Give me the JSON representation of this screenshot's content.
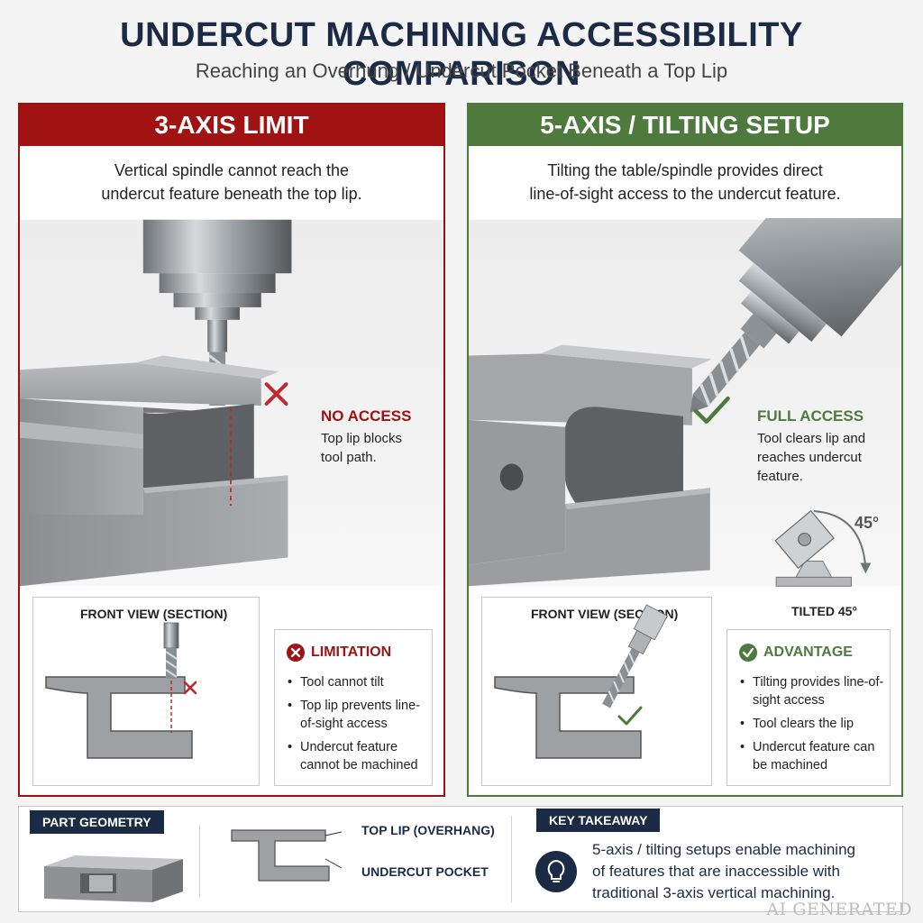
{
  "header": {
    "title": "UNDERCUT MACHINING ACCESSIBILITY COMPARISON",
    "subtitle": "Reaching an Overhung / Undercut Pocket Beneath a Top Lip"
  },
  "left_panel": {
    "heading": "3-AXIS LIMIT",
    "description_line1": "Vertical spindle cannot reach the",
    "description_line2": "undercut feature beneath the top lip.",
    "status_title": "NO ACCESS",
    "status_line1": "Top lip blocks",
    "status_line2": "tool path.",
    "section_title": "FRONT VIEW (SECTION)",
    "card_title": "LIMITATION",
    "card_items": [
      "Tool cannot tilt",
      "Top lip prevents line-of-sight access",
      "Undercut feature cannot be machined"
    ],
    "accent_color": "#a11212"
  },
  "right_panel": {
    "heading": "5-AXIS / TILTING SETUP",
    "description_line1": "Tilting the table/spindle provides direct",
    "description_line2": "line-of-sight access to the undercut feature.",
    "status_title": "FULL ACCESS",
    "status_line1": "Tool clears lip and",
    "status_line2": "reaches undercut",
    "status_line3": "feature.",
    "angle_label": "45°",
    "tilt_caption": "TILTED 45°",
    "section_title": "FRONT VIEW (SECTION)",
    "card_title": "ADVANTAGE",
    "card_items": [
      "Tilting provides line-of-sight access",
      "Tool clears the lip",
      "Undercut feature can be machined"
    ],
    "accent_color": "#4e7a3e"
  },
  "bottom": {
    "geometry_tag": "PART GEOMETRY",
    "callout_lip": "TOP LIP (OVERHANG)",
    "callout_pocket": "UNDERCUT POCKET",
    "takeaway_tag": "KEY TAKEAWAY",
    "takeaway_line1": "5-axis / tilting setups enable machining",
    "takeaway_line2": "of features that are inaccessible with",
    "takeaway_line3": "traditional 3-axis vertical machining."
  },
  "watermark": "AI GENERATED"
}
